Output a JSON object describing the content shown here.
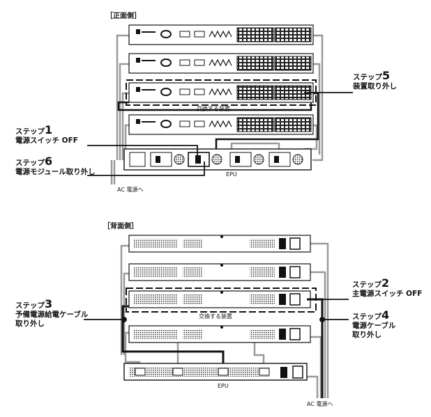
{
  "front": {
    "section_label": "［正面側］",
    "replace_label": "交換する装置",
    "epu_label": "EPU",
    "ac_label": "AC 電源へ",
    "steps": [
      {
        "title": "ステップ",
        "num": "5",
        "desc": "装置取り外し"
      },
      {
        "title": "ステップ",
        "num": "1",
        "desc": "電源スイッチ OFF"
      },
      {
        "title": "ステップ",
        "num": "6",
        "desc": "電源モジュール取り外し"
      }
    ]
  },
  "rear": {
    "section_label": "［背面側］",
    "replace_label": "交換する装置",
    "epu_label": "EPU",
    "ac_label": "AC 電源へ",
    "steps": [
      {
        "title": "ステップ",
        "num": "2",
        "desc": "主電源スイッチ OFF"
      },
      {
        "title": "ステップ",
        "num": "3",
        "desc": "予備電源給電ケーブル",
        "desc2": "取り外し"
      },
      {
        "title": "ステップ",
        "num": "4",
        "desc": "電源ケーブル",
        "desc2": "取り外し"
      }
    ]
  },
  "colors": {
    "line": "#111111",
    "cable": "#9a9a9a",
    "hatch": "#444444"
  }
}
